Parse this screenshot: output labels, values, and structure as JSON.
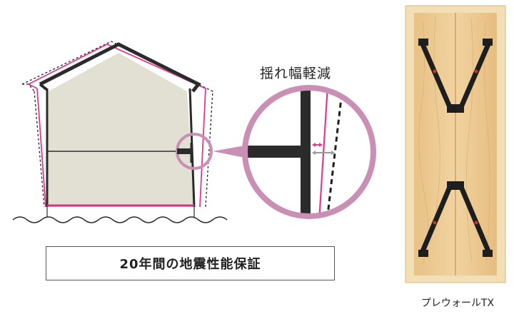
{
  "sway_label": "揺れ幅軽減",
  "warranty_text": "20年間の地震性能保証",
  "product_name": "プレウォールTX",
  "colors": {
    "wall_fill": "#e1e0d2",
    "house_line": "#2b2b2b",
    "sway_reduced": "#e2398f",
    "magnifier_ring": "#c98fb4",
    "panel_wood": "#e9c68c",
    "panel_frame": "#f3dfb6",
    "brace": "#1e1e1e"
  },
  "icons": [
    "house-sway-diagram",
    "magnifier-detail",
    "wall-panel-photo"
  ]
}
